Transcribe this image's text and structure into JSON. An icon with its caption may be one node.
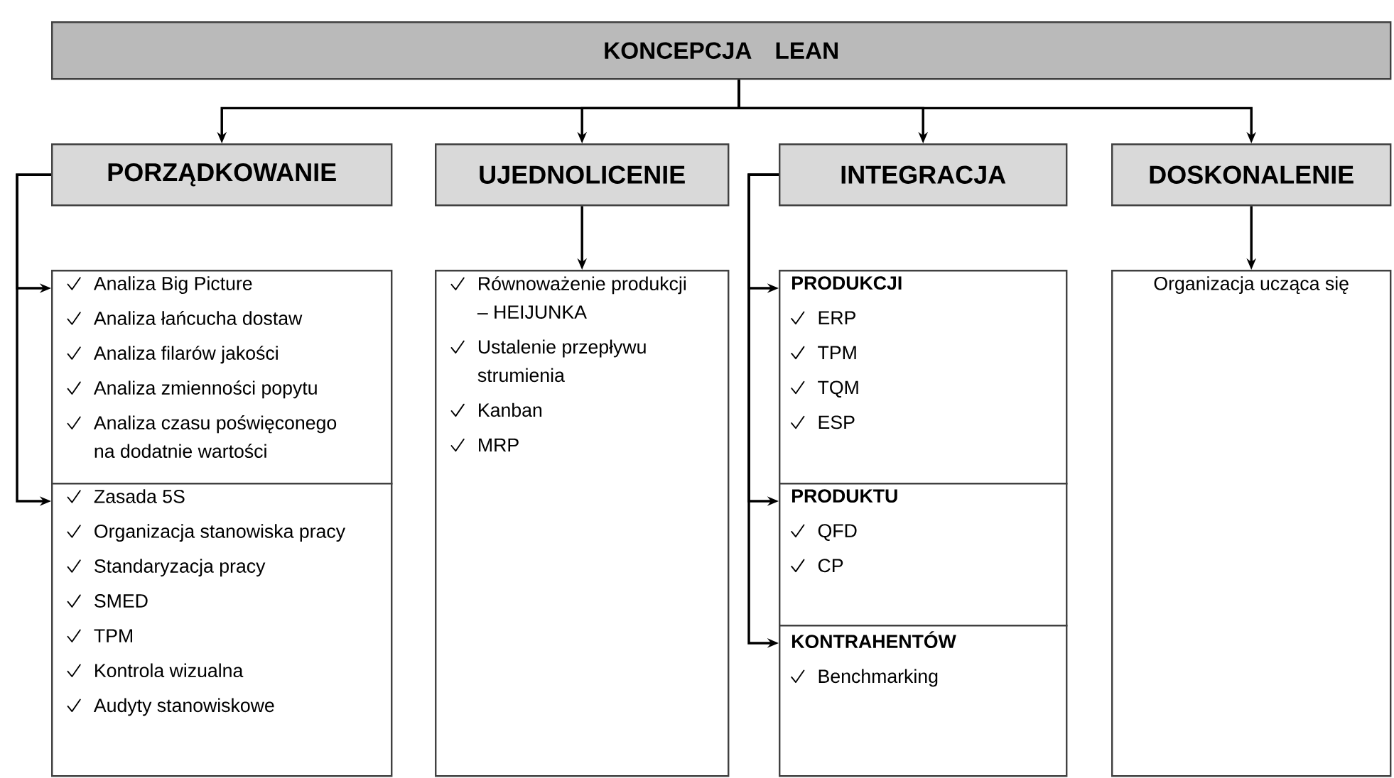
{
  "diagram": {
    "nodes": [
      {
        "text": [
          "KONCEPCJA LEAN"
        ]
      },
      {
        "text": [
          "PORZĄDKOWANIE"
        ]
      },
      {
        "text": [
          "UJEDNOLICENIE"
        ]
      },
      {
        "text": [
          "INTEGRACJA"
        ]
      },
      {
        "text": [
          "DOSKONALENIE"
        ]
      },
      {
        "text": [
          "Analiza Big Picture",
          "Analiza łańcucha dostaw",
          "Analiza filarów jakości",
          "Analiza zmienności popytu",
          "Analiza czasu poświęconego na dodatnie wartości"
        ]
      },
      {
        "text": [
          "Zasada 5S",
          "Organizacja stanowiska pracy",
          "Standaryzacja pracy",
          "SMED",
          "TPM",
          "Kontrola wizualna",
          "Audyty stanowiskowe"
        ]
      },
      {
        "text": [
          "Równoważenie produkcji – HEIJUNKA",
          "Ustalenie przepływu strumienia",
          "Kanban",
          "MRP"
        ]
      },
      {
        "text": [
          "PRODUKCJI",
          "ERP",
          "TPM",
          "TQM",
          "ESP"
        ]
      },
      {
        "text": [
          "PRODUKTU",
          "QFD",
          "CP"
        ]
      },
      {
        "text": [
          "KONTRAHENTÓW",
          "Benchmarking"
        ]
      },
      {
        "text": [
          "Organizacja ucząca się"
        ]
      }
    ],
    "edges": [
      {
        "from": 0,
        "to": 1,
        "arrow": "to"
      },
      {
        "from": 0,
        "to": 2,
        "arrow": "to"
      },
      {
        "from": 0,
        "to": 3,
        "arrow": "to"
      },
      {
        "from": 0,
        "to": 4,
        "arrow": "to"
      },
      {
        "from": 1,
        "to": 5,
        "arrow": "to"
      },
      {
        "from": 1,
        "to": 6,
        "arrow": "to"
      },
      {
        "from": 2,
        "to": 7,
        "arrow": "to"
      },
      {
        "from": 3,
        "to": 8,
        "arrow": "to"
      },
      {
        "from": 3,
        "to": 9,
        "arrow": "to"
      },
      {
        "from": 3,
        "to": 10,
        "arrow": "to"
      },
      {
        "from": 4,
        "to": 11,
        "arrow": "to"
      }
    ]
  }
}
